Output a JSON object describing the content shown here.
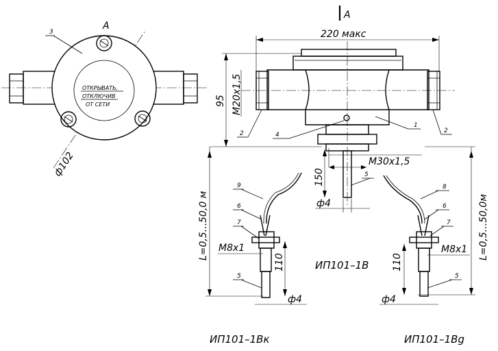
{
  "view_marker": "A",
  "front_view": {
    "callout_3": "3",
    "view_letter": "A",
    "cover_text": [
      "ОТКРЫВАТЬ,",
      "ОТКЛЮЧИВ",
      "ОТ СЕТИ"
    ],
    "diameter_dim": "ф102"
  },
  "side_view": {
    "dim_width": "220 макс",
    "dim_height": "95",
    "thread_side": "M20x1,5",
    "thread_bottom": "M30x1,5",
    "probe_len": "150",
    "probe_dia": "ф4",
    "callouts": {
      "c1": "1",
      "c2a": "2",
      "c2b": "2",
      "c4": "4",
      "c5": "5"
    }
  },
  "left_sensor": {
    "length": "L=0,5...50,0 м",
    "thread": "M8x1",
    "len": "110",
    "dia": "ф4",
    "callouts": {
      "c9": "9",
      "c6": "6",
      "c7": "7",
      "c5": "5"
    },
    "title": "ИП101–1Вк"
  },
  "right_sensor": {
    "length": "L=0,5...50,0м",
    "thread": "M8x1",
    "len": "110",
    "dia": "ф4",
    "callouts": {
      "c8": "8",
      "c6": "6",
      "c7": "7",
      "c5": "5"
    },
    "title": "ИП101–1Вg"
  },
  "center_title": "ИП101–1В"
}
